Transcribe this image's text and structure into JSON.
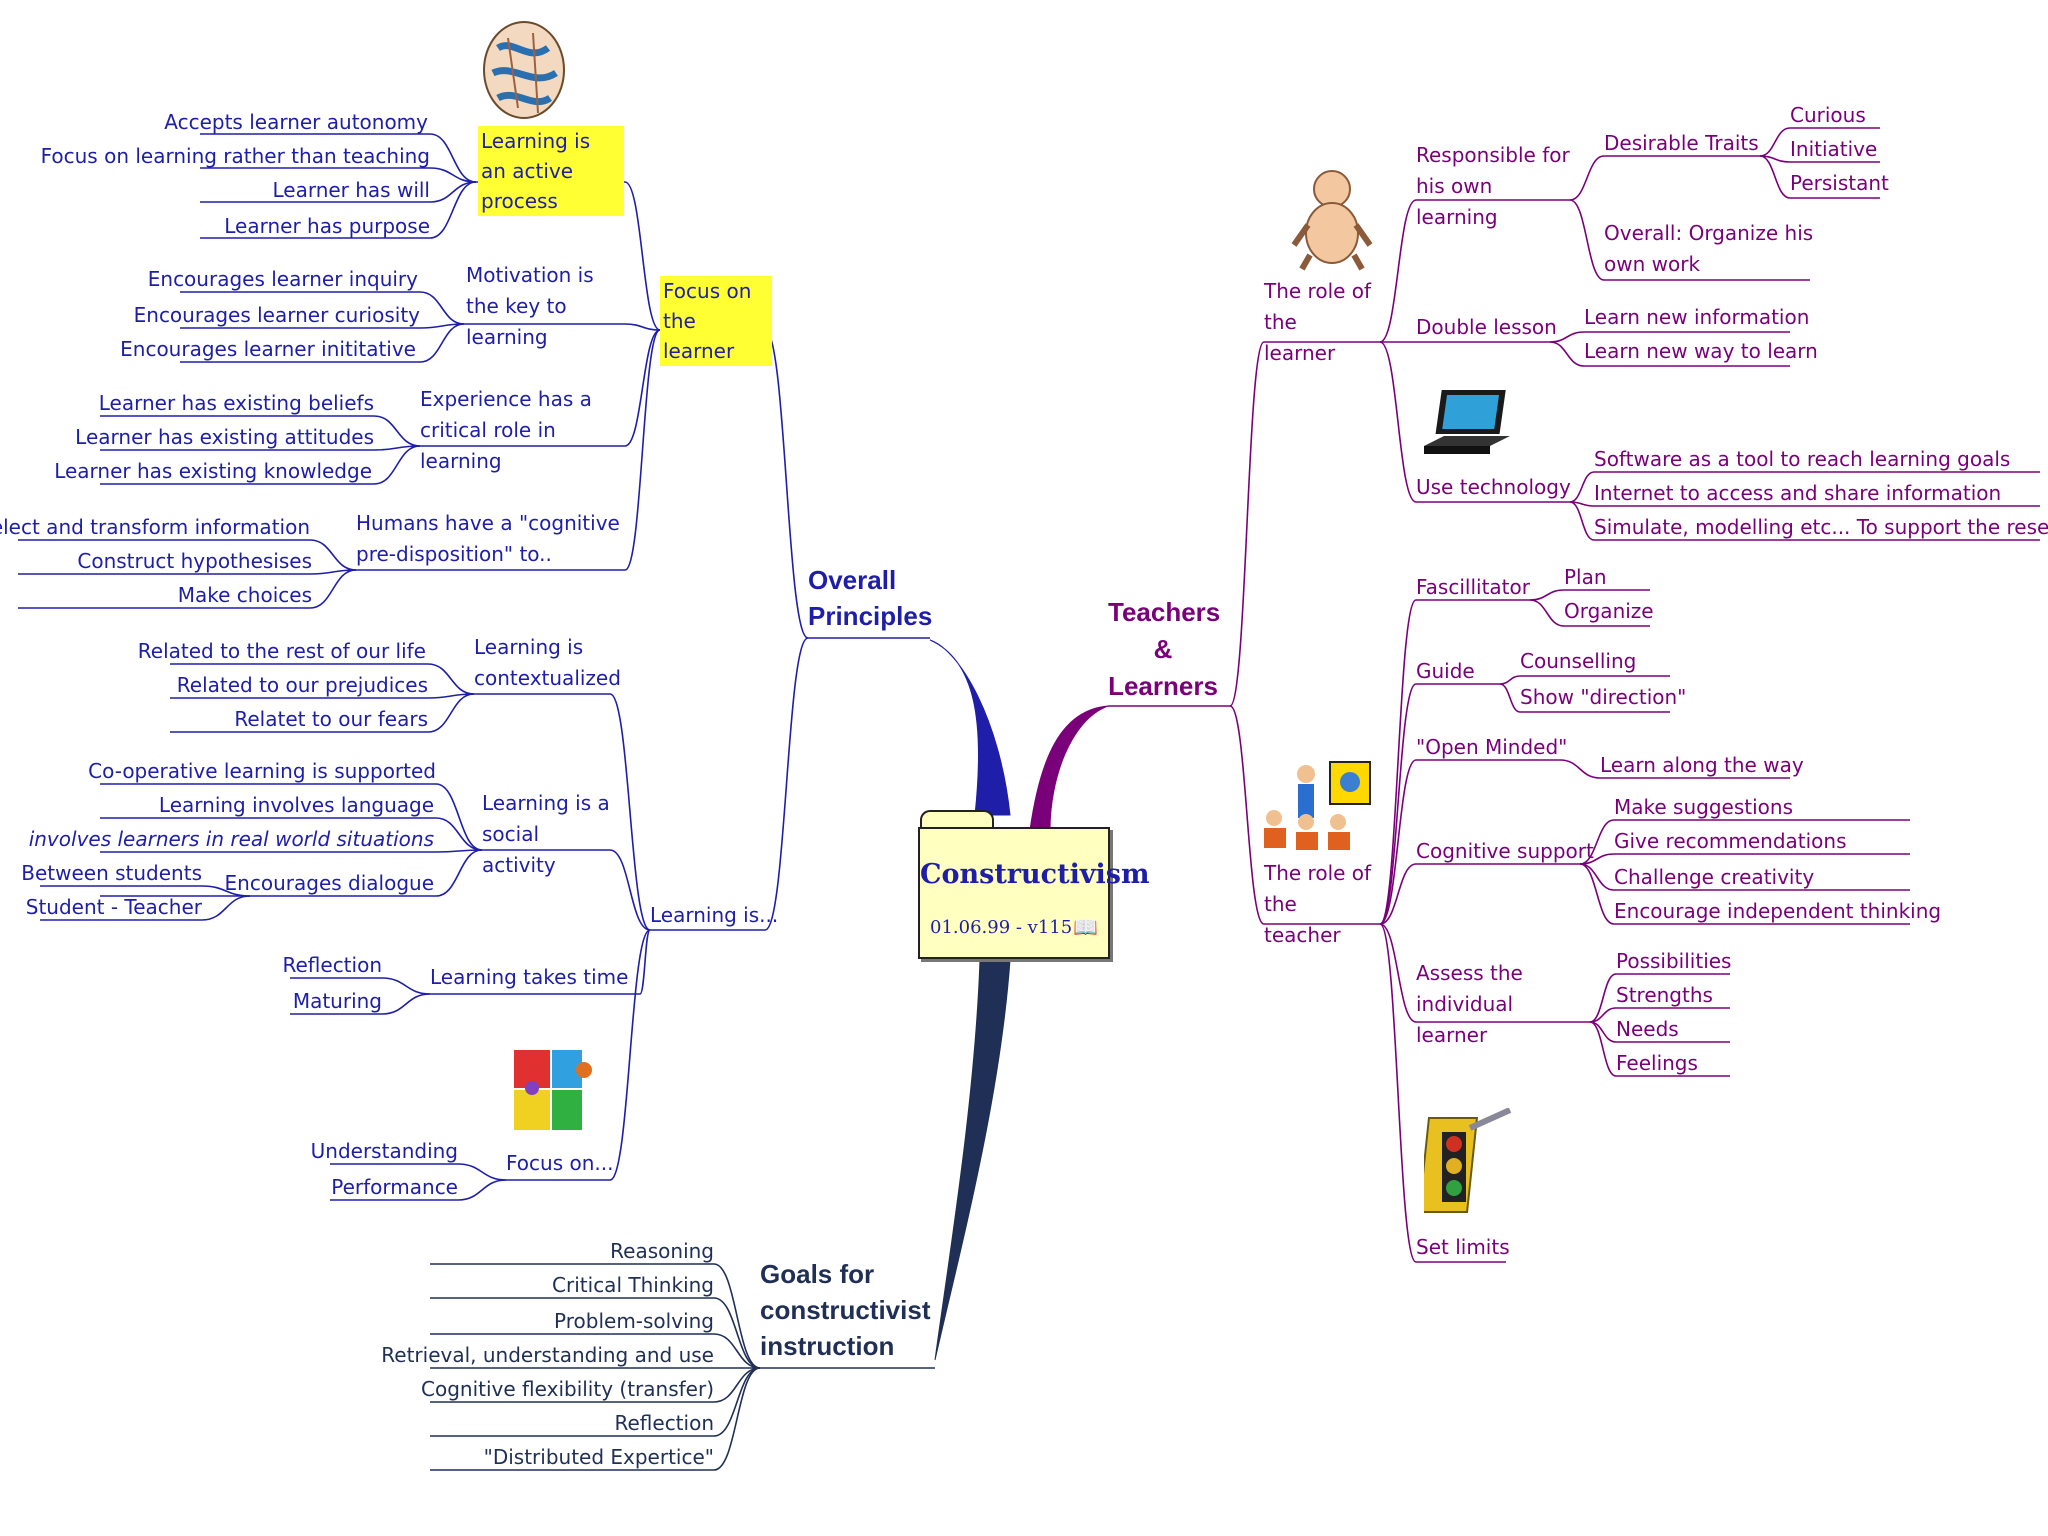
{
  "center": {
    "title": "Constructivism",
    "date": "01.06.99 - v115",
    "icon": "book-icon"
  },
  "overall_principles": {
    "title": "Overall Principles",
    "focus_on_the_learner": {
      "label": "Focus on the learner",
      "active_process": {
        "label": "Learning is an active process",
        "items": [
          "Accepts learner autonomy",
          "Focus on learning rather than teaching",
          "Learner has will",
          "Learner has purpose"
        ]
      },
      "motivation": {
        "label": "Motivation is the key to learning",
        "items": [
          "Encourages learner inquiry",
          "Encourages learner curiosity",
          "Encourages learner inititative"
        ]
      },
      "experience": {
        "label": "Experience has a critical role in learning",
        "items": [
          "Learner has existing beliefs",
          "Learner has existing attitudes",
          "Learner has existing knowledge"
        ]
      },
      "humans": {
        "label": "Humans have a \"cognitive pre-disposition\" to..",
        "items": [
          "Select and transform information",
          "Construct hypothesises",
          "Make choices"
        ]
      }
    },
    "learning_is": {
      "label": "Learning is...",
      "contextualized": {
        "label": "Learning is contextualized",
        "items": [
          "Related to the rest of our life",
          "Related to our prejudices",
          "Relatet to our fears"
        ]
      },
      "social": {
        "label": "Learning is a social activity",
        "items": [
          "Co-operative learning is supported",
          "Learning involves language",
          "involves learners in real world situations",
          "Encourages dialogue"
        ],
        "dialogue_items": [
          "Between students",
          "Student - Teacher"
        ]
      },
      "time": {
        "label": "Learning takes time",
        "items": [
          "Reflection",
          "Maturing"
        ]
      },
      "focus_on": {
        "label": "Focus on...",
        "items": [
          "Understanding",
          "Performance"
        ]
      }
    }
  },
  "teachers_learners": {
    "title": "Teachers & Learners",
    "role_of_learner": {
      "label": "The role of the learner",
      "responsible": {
        "label": "Responsible for his own learning",
        "traits_label": "Desirable Traits",
        "traits": [
          "Curious",
          "Initiative",
          "Persistant"
        ],
        "overall": "Overall: Organize his own work"
      },
      "double_lesson": {
        "label": "Double lesson",
        "items": [
          "Learn new information",
          "Learn new way to learn"
        ]
      },
      "use_technology": {
        "label": "Use technology",
        "items": [
          "Software as a tool to reach learning goals",
          "Internet to access and share information",
          "Simulate, modelling etc... To support the research"
        ]
      }
    },
    "role_of_teacher": {
      "label": "The role of the teacher",
      "fascillitator": {
        "label": "Fascillitator",
        "items": [
          "Plan",
          "Organize"
        ]
      },
      "guide": {
        "label": "Guide",
        "items": [
          "Counselling",
          "Show \"direction\""
        ]
      },
      "open_minded": {
        "label": "\"Open Minded\"",
        "items": [
          "Learn along the way"
        ]
      },
      "cognitive_support": {
        "label": "Cognitive support",
        "items": [
          "Make suggestions",
          "Give recommendations",
          "Challenge creativity",
          "Encourage independent thinking"
        ]
      },
      "assess": {
        "label": "Assess the individual learner",
        "items": [
          "Possibilities",
          "Strengths",
          "Needs",
          "Feelings"
        ]
      },
      "set_limits": {
        "label": "Set limits"
      }
    }
  },
  "goals": {
    "title": "Goals for constructivist instruction",
    "items": [
      "Reasoning",
      "Critical Thinking",
      "Problem-solving",
      "Retrieval, understanding and use",
      "Cognitive flexibility (transfer)",
      "Reflection",
      "\"Distributed Expertice\""
    ]
  },
  "colors": {
    "overall_branch": "#1e1ea8",
    "teachers_branch": "#7a007a",
    "goals_branch": "#1f2f55",
    "highlight": "#ffff33",
    "center_fill": "#ffffc0"
  },
  "icons": [
    "brain-icon",
    "puzzle-icon",
    "baby-icon",
    "laptop-icon",
    "teacher-presentation-icon",
    "traffic-light-icon"
  ]
}
